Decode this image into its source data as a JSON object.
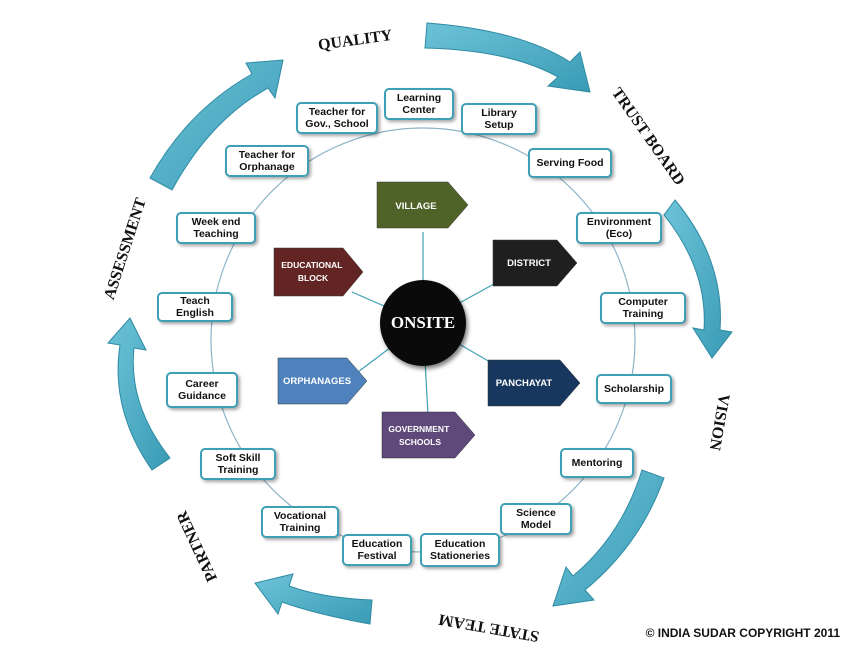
{
  "center": {
    "label": "ONSITE"
  },
  "ring_labels": {
    "quality": "QUALITY",
    "trust_board": "TRUST BOARD",
    "vision": "VISION",
    "state_team": "STATE TEAM",
    "partner": "PARTNER",
    "assessment": "ASSESSMENT"
  },
  "activities": {
    "learning_center": "Learning\nCenter",
    "library_setup": "Library\nSetup",
    "serving_food": "Serving Food",
    "environment": "Environment\n(Eco)",
    "computer_training": "Computer\nTraining",
    "scholarship": "Scholarship",
    "mentoring": "Mentoring",
    "science_model": "Science\nModel",
    "education_stationeries": "Education\nStationeries",
    "education_festival": "Education\nFestival",
    "vocational_training": "Vocational\nTraining",
    "soft_skill_training": "Soft Skill\nTraining",
    "career_guidance": "Career\nGuidance",
    "teach_english": "Teach English",
    "week_end_teaching": "Week end\nTeaching",
    "teacher_orphanage": "Teacher for\nOrphanage",
    "teacher_gov_school": "Teacher for\nGov.,  School"
  },
  "tags": {
    "village": {
      "label": "VILLAGE",
      "color": "#4f6228"
    },
    "district": {
      "label": "DISTRICT",
      "color": "#1f1f1f"
    },
    "panchayat": {
      "label": "PANCHAYAT",
      "color": "#17375e"
    },
    "government_schools": {
      "label": "GOVERNMENT\nSCHOOLS",
      "color": "#5f497a"
    },
    "orphanages": {
      "label": "ORPHANAGES",
      "color": "#4f81bd"
    },
    "educational_block": {
      "label": "EDUCATIONAL\nBLOCK",
      "color": "#632523"
    }
  },
  "colors": {
    "arrow": "#4bacc6",
    "arrow_dark": "#31859c",
    "box_border": "#3fa0b5",
    "ring": "#8eb4c8"
  },
  "copyright": "©  INDIA SUDAR COPYRIGHT 2011"
}
